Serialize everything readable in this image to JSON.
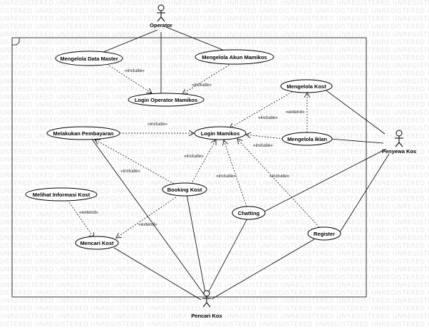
{
  "watermark": "UNREGISTERED",
  "actors": {
    "operator": "Operator",
    "penyewa": "Penyewa Kos",
    "pencari": "Pencari Kos"
  },
  "use_cases": {
    "data_master": "Mengelola Data Master",
    "akun_mamikos": "Mengelola Akun Mamikos",
    "login_operator": "Login Operator Mamikos",
    "kelola_kost": "Mengelola Kost",
    "pembayaran": "Melakukan Pembayaran",
    "login_mamikos": "Login Mamikos",
    "kelola_iklan": "Mengelola Iklan",
    "info_kost": "Melihat Informasi Kost",
    "booking": "Booking Kost",
    "chatting": "Chatting",
    "mencari": "Mencari Kost",
    "register": "Register"
  },
  "relations": {
    "include": "«include»",
    "extend": "«extend»"
  }
}
